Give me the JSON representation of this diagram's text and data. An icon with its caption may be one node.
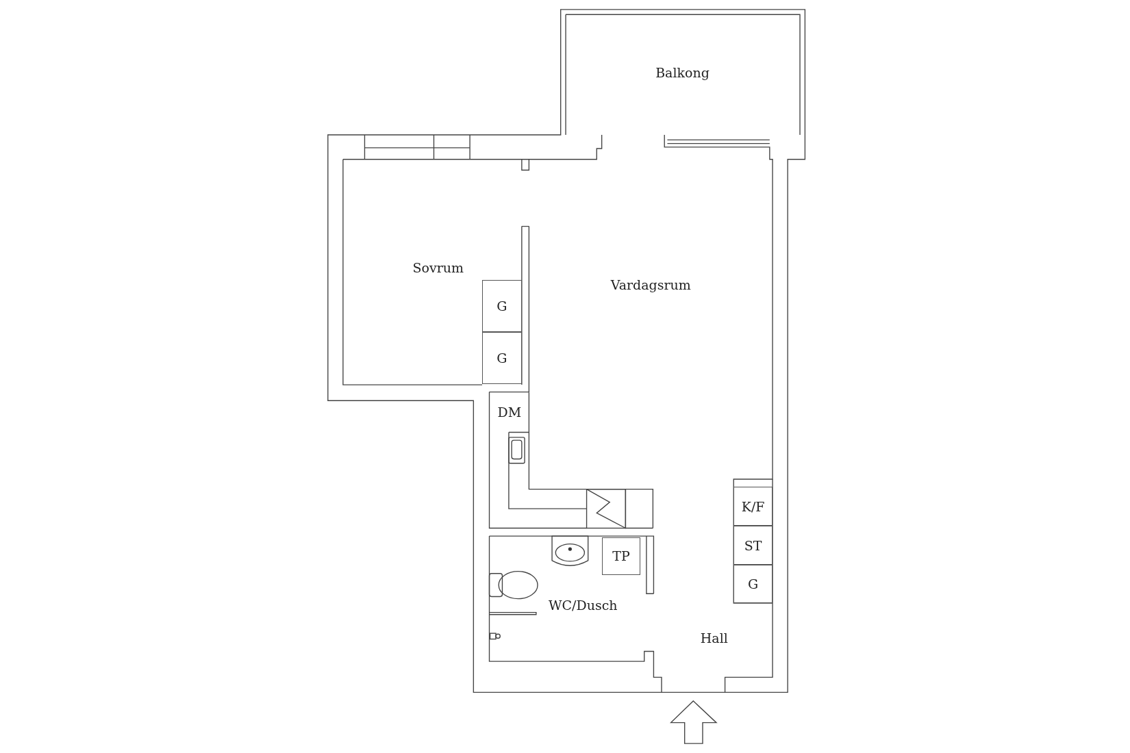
{
  "diagram": {
    "nodes": [
      {
        "text": [
          "Balkong"
        ]
      },
      {
        "text": [
          "Sovrum"
        ]
      },
      {
        "text": [
          "G"
        ]
      },
      {
        "text": [
          "G"
        ]
      },
      {
        "text": [
          "Vardagsrum"
        ]
      },
      {
        "text": [
          "DM"
        ]
      },
      {
        "text": [
          "K/F"
        ]
      },
      {
        "text": [
          "ST"
        ]
      },
      {
        "text": [
          "G"
        ]
      },
      {
        "text": [
          "TP"
        ]
      },
      {
        "text": [
          "WC/Dusch"
        ]
      },
      {
        "text": [
          "Hall"
        ]
      }
    ],
    "edges": []
  }
}
